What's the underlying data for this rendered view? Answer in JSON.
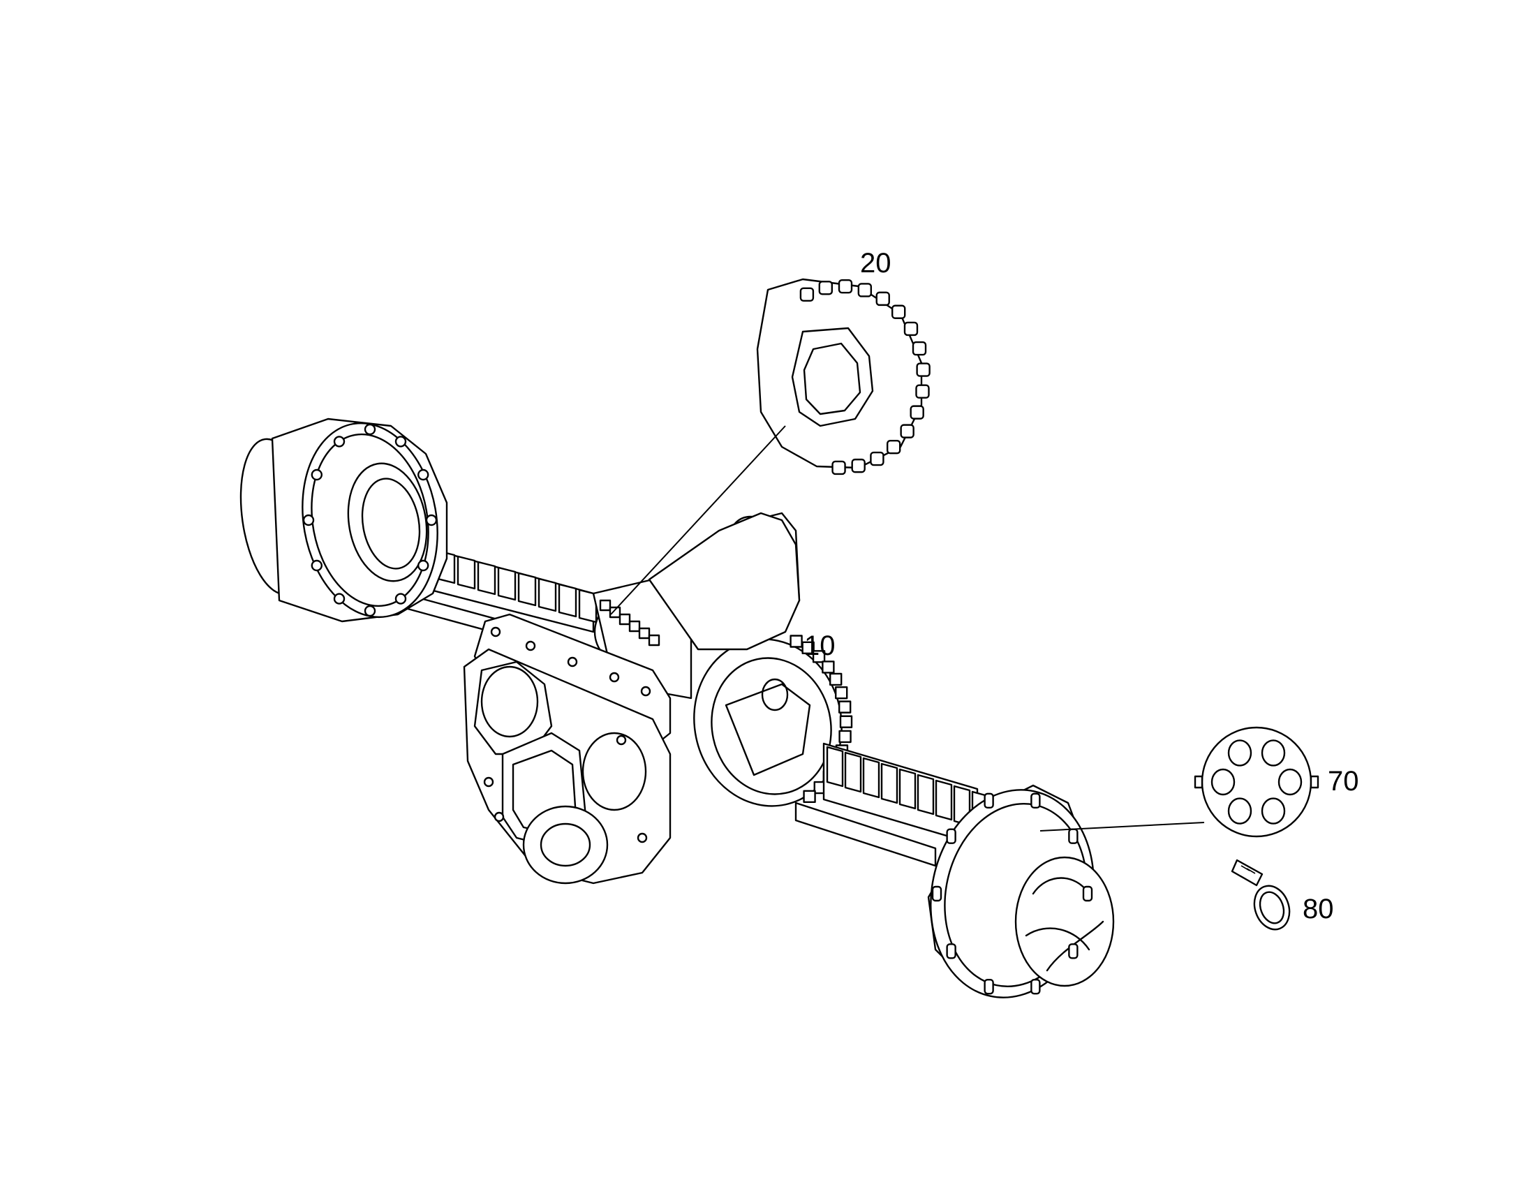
{
  "callouts": [
    {
      "id": "10",
      "label": "10"
    },
    {
      "id": "20",
      "label": "20"
    },
    {
      "id": "70",
      "label": "70"
    },
    {
      "id": "80",
      "label": "80"
    }
  ],
  "colors": {
    "line": "#000000",
    "background": "#ffffff"
  }
}
